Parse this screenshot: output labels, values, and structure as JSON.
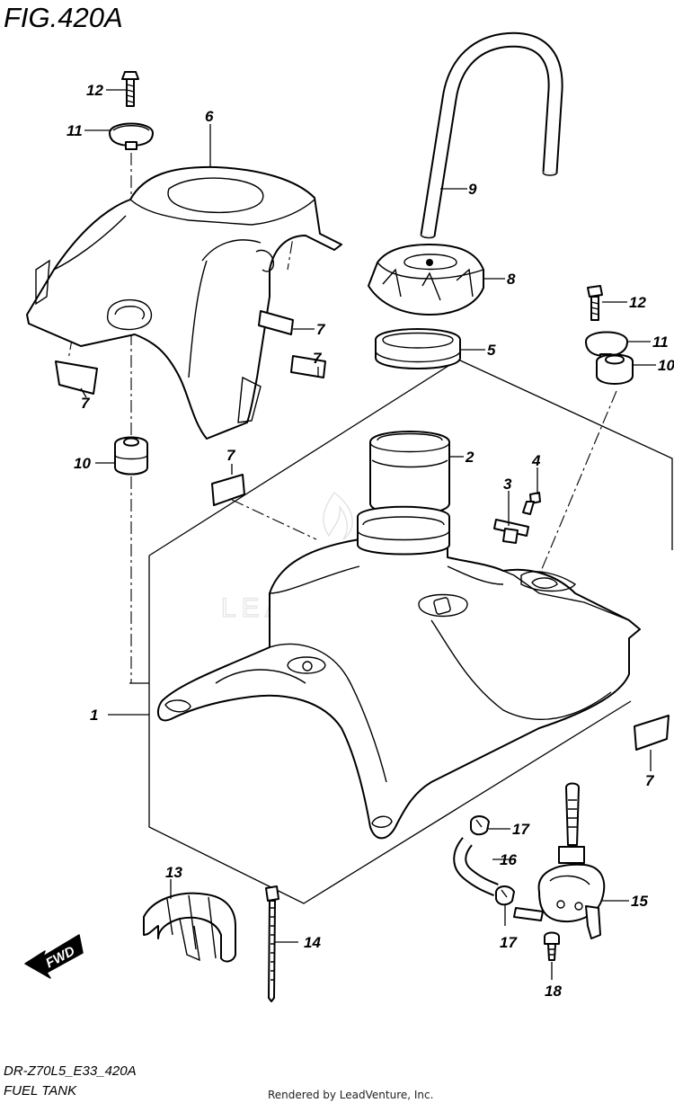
{
  "figure": {
    "title": "FIG.420A",
    "model_code": "DR-Z70L5_E33_420A",
    "section_name": "FUEL TANK",
    "credit": "Rendered by LeadVenture, Inc.",
    "watermark": "LEADVENTURE",
    "direction_badge": "FWD"
  },
  "callouts": {
    "c1": "1",
    "c2": "2",
    "c3": "3",
    "c4": "4",
    "c5": "5",
    "c6": "6",
    "c7a": "7",
    "c7b": "7",
    "c7c": "7",
    "c7d": "7",
    "c7e": "7",
    "c8": "8",
    "c9": "9",
    "c10a": "10",
    "c10b": "10",
    "c11a": "11",
    "c11b": "11",
    "c12a": "12",
    "c12b": "12",
    "c13": "13",
    "c14": "14",
    "c15": "15",
    "c16": "16",
    "c17a": "17",
    "c17b": "17",
    "c18": "18"
  }
}
